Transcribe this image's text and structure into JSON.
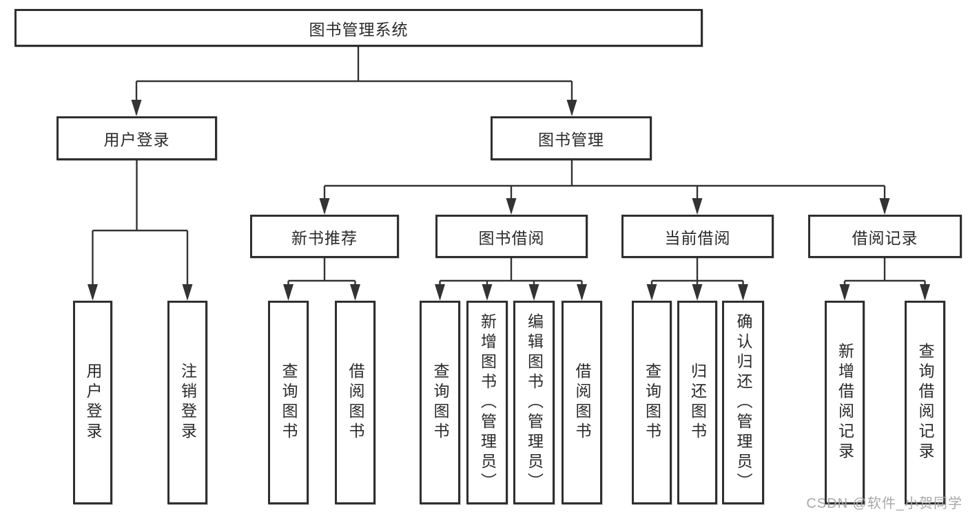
{
  "diagram": {
    "title": "图书管理系统",
    "root": {
      "label": "图书管理系统"
    },
    "branches": {
      "login": {
        "label": "用户登录",
        "children": [
          {
            "label": "用户登录"
          },
          {
            "label": "注销登录"
          }
        ]
      },
      "mgmt": {
        "label": "图书管理",
        "children": [
          {
            "label": "新书推荐",
            "children": [
              {
                "label": "查询图书"
              },
              {
                "label": "借阅图书"
              }
            ]
          },
          {
            "label": "图书借阅",
            "children": [
              {
                "label": "查询图书"
              },
              {
                "label": "新增图书（管理员）"
              },
              {
                "label": "编辑图书（管理员）"
              },
              {
                "label": "借阅图书"
              }
            ]
          },
          {
            "label": "当前借阅",
            "children": [
              {
                "label": "查询图书"
              },
              {
                "label": "归还图书"
              },
              {
                "label": "确认归还（管理员）"
              }
            ]
          },
          {
            "label": "借阅记录",
            "children": [
              {
                "label": "新增借阅记录"
              },
              {
                "label": "查询借阅记录"
              }
            ]
          }
        ]
      }
    }
  },
  "watermark": {
    "text": "CSDN @软件_小贺同学"
  },
  "colors": {
    "line": "#333333",
    "box_border": "#2f2f2f",
    "box_fill": "#ffffff",
    "text": "#2a2a2a",
    "watermark": "#a8a8a8",
    "background": "#ffffff"
  }
}
